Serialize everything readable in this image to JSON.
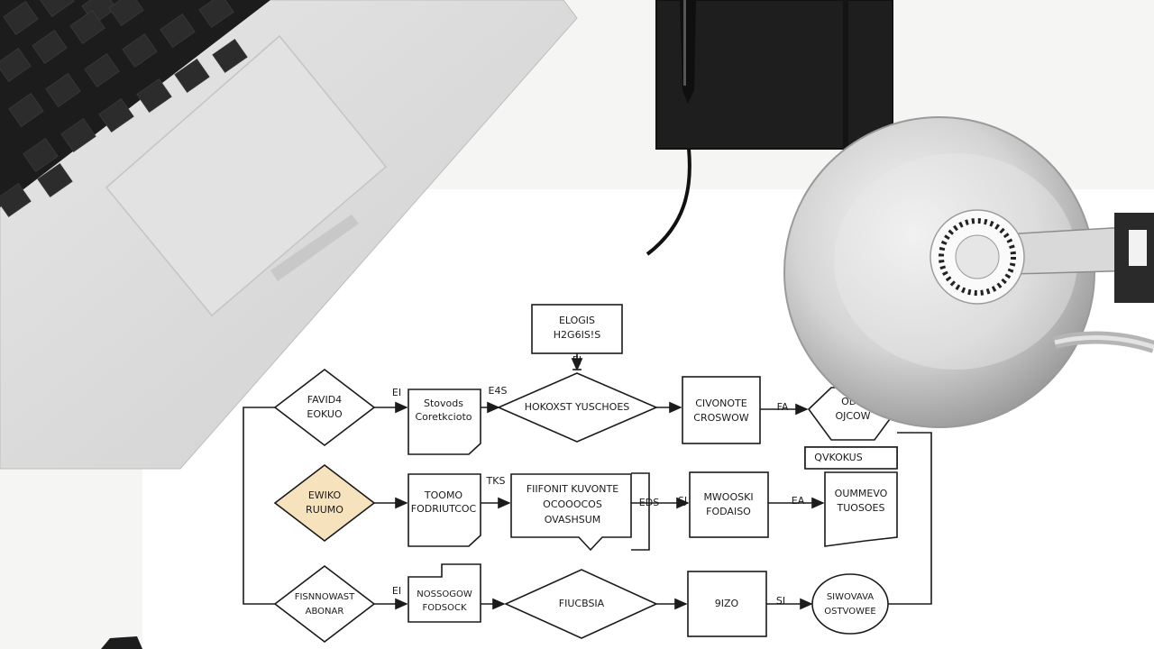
{
  "colors": {
    "desk": "#f5f5f4",
    "paper": "#ffffff",
    "laptop_body": "#dcdcdc",
    "keyboard": "#1c1c1c",
    "notebook": "#1e1e1e",
    "lamp": "#c9c9c9",
    "highlight_fill": "#f6e3bd",
    "line": "#1b1b1b"
  },
  "objects": {
    "laptop": "laptop-icon",
    "notebook": "notebook-icon",
    "pen": "pen-icon",
    "lamp": "desk-lamp-icon"
  },
  "flowchart": {
    "start": {
      "line1": "ELOGIS",
      "line2": "H2G6IS!S"
    },
    "row1": {
      "decision": {
        "line1": "FAVID4",
        "line2": "EOKUO"
      },
      "process": {
        "line1": "Stovods",
        "line2": "Coretkcioto"
      },
      "main_decision": {
        "line1": "HOKOXST YUSCHOES"
      },
      "right_process": {
        "line1": "CIVONOTE",
        "line2": "CROSWOW"
      },
      "terminal": {
        "line1": "ODO",
        "line2": "OJCOW"
      }
    },
    "row2": {
      "decision": {
        "line1": "EWIKO",
        "line2": "RUUMO"
      },
      "process": {
        "line1": "TOOMO",
        "line2": "FODRIUTCOC"
      },
      "document": {
        "line1": "FIIFONIT KUVONTE",
        "line2": "OCOOOCOS",
        "line3": "OVASHSUM"
      },
      "mid_process": {
        "line1": "MWOOSKI",
        "line2": "FODAISO"
      },
      "side_label": "QVKOKUS",
      "right_doc": {
        "line1": "OUMMEVO",
        "line2": "TUOSOES"
      }
    },
    "row3": {
      "decision": {
        "line1": "FISNNOWAST",
        "line2": "ABONAR"
      },
      "process": {
        "line1": "NOSSOGOW",
        "line2": "FODSOCK"
      },
      "main_decision": {
        "line1": "FIUCBSIA"
      },
      "process2": {
        "line1": "9IZO"
      },
      "terminal": {
        "line1": "SIWOVAVA",
        "line2": "OSTVOWEE"
      }
    },
    "edge_labels": [
      "E4S",
      "EI",
      "TKS",
      "FA",
      "EI",
      "EDS",
      "EA",
      "SI",
      "EJ",
      "SJ"
    ]
  }
}
